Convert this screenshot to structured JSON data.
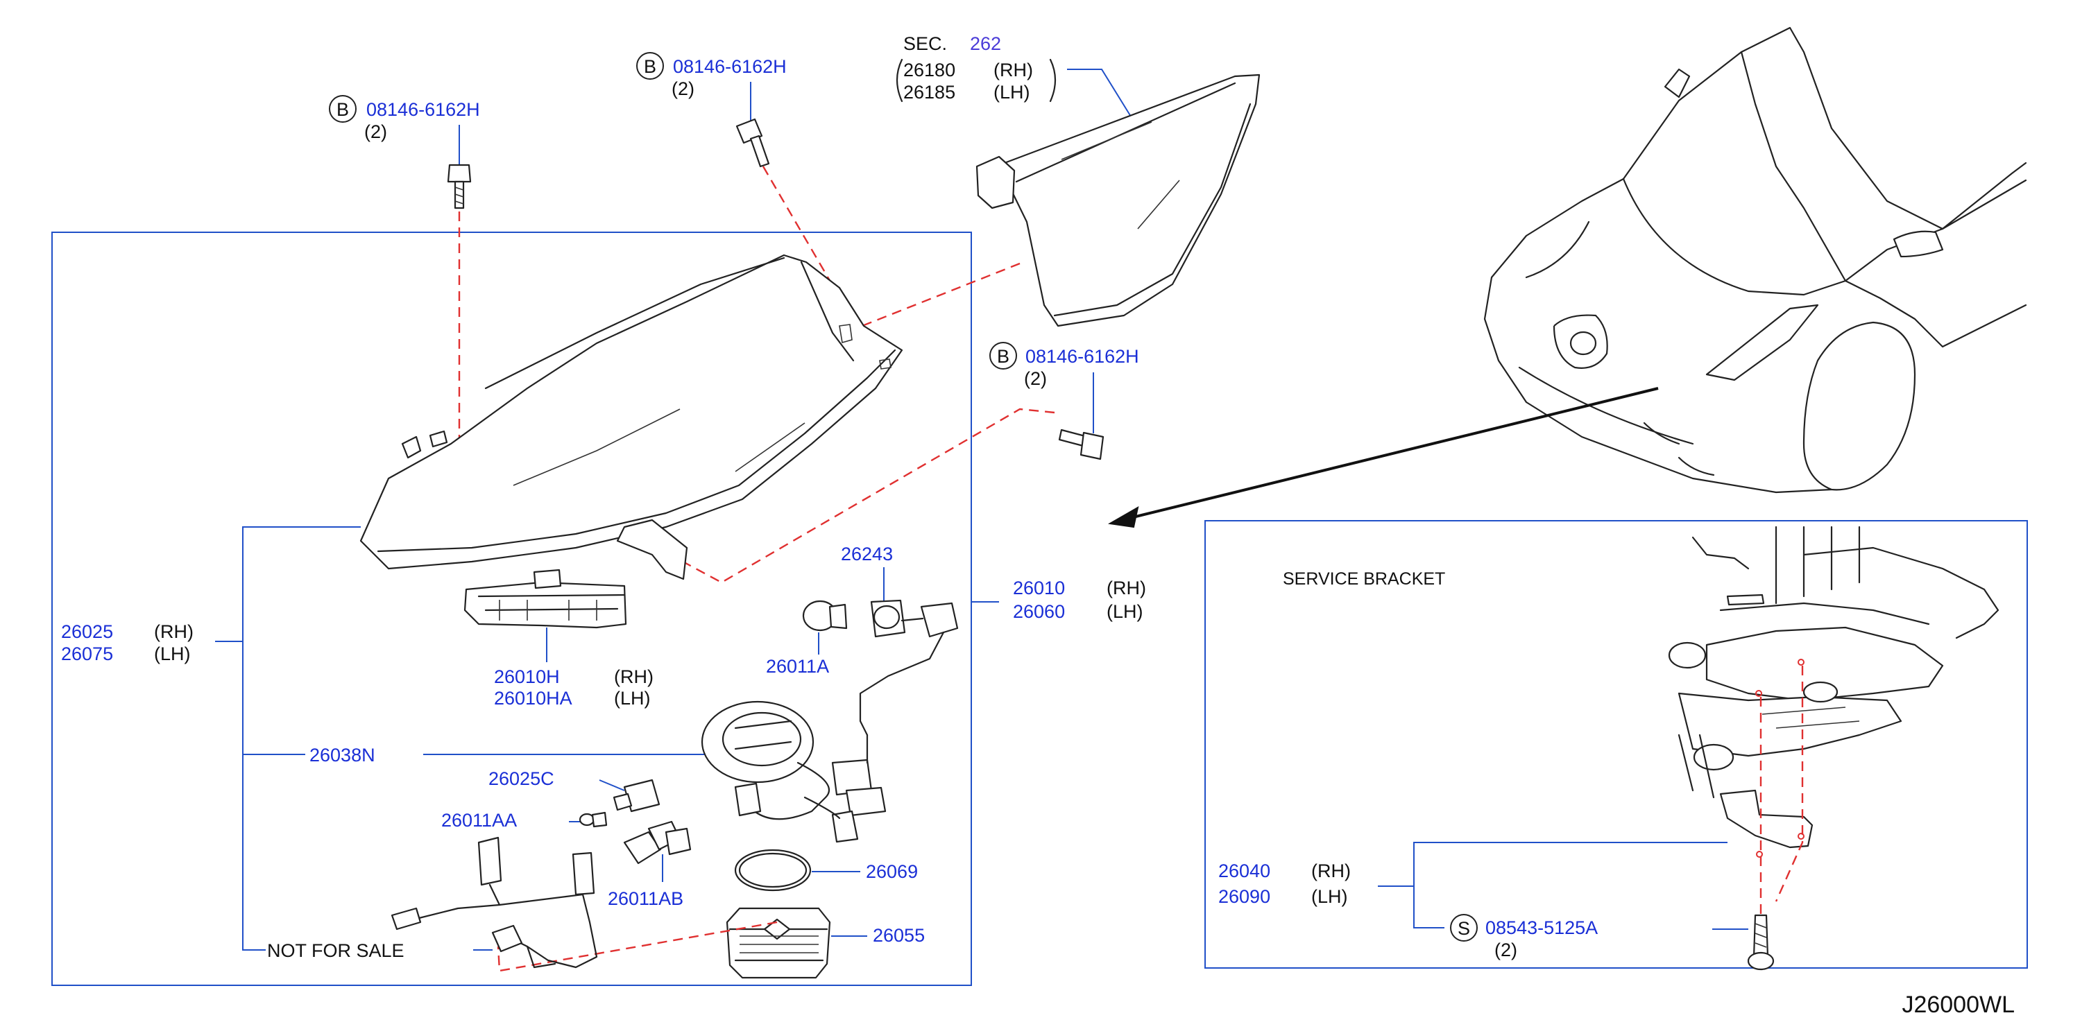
{
  "diagram_code": "J26000WL",
  "bolt_label_top_left": {
    "mark": "B",
    "part": "08146-6162H",
    "qty": "(2)"
  },
  "bolt_label_top_mid": {
    "mark": "B",
    "part": "08146-6162H",
    "qty": "(2)"
  },
  "bolt_label_right": {
    "mark": "B",
    "part": "08146-6162H",
    "qty": "(2)"
  },
  "section_ref": {
    "prefix": "SEC.",
    "number": "262",
    "items": [
      {
        "part": "26180",
        "side": "(RH)"
      },
      {
        "part": "26185",
        "side": "(LH)"
      }
    ]
  },
  "headlamp_assembly": {
    "rh_part": "26010",
    "rh": "(RH)",
    "lh_part": "26060",
    "lh": "(LH)"
  },
  "lens_housing": {
    "rh_part": "26025",
    "rh": "(RH)",
    "lh_part": "26075",
    "lh": "(LH)"
  },
  "bracket_housing": {
    "rh_part": "26010H",
    "rh": "(RH)",
    "lh_part": "26010HA",
    "lh": "(LH)"
  },
  "socket": "26243",
  "bulb_side": "26011A",
  "harness": "26038N",
  "bulb_socket_c": "26025C",
  "bulb_small": "26011AA",
  "bulb_main": "26011AB",
  "seal_ring": "26069",
  "ballast": "26055",
  "not_for_sale": "NOT  FOR  SALE",
  "service_bracket": {
    "title": "SERVICE  BRACKET",
    "rh_part": "26040",
    "rh": "(RH)",
    "lh_part": "26090",
    "lh": "(LH)",
    "screw_mark": "S",
    "screw_part": "08543-5125A",
    "screw_qty": "(2)"
  }
}
